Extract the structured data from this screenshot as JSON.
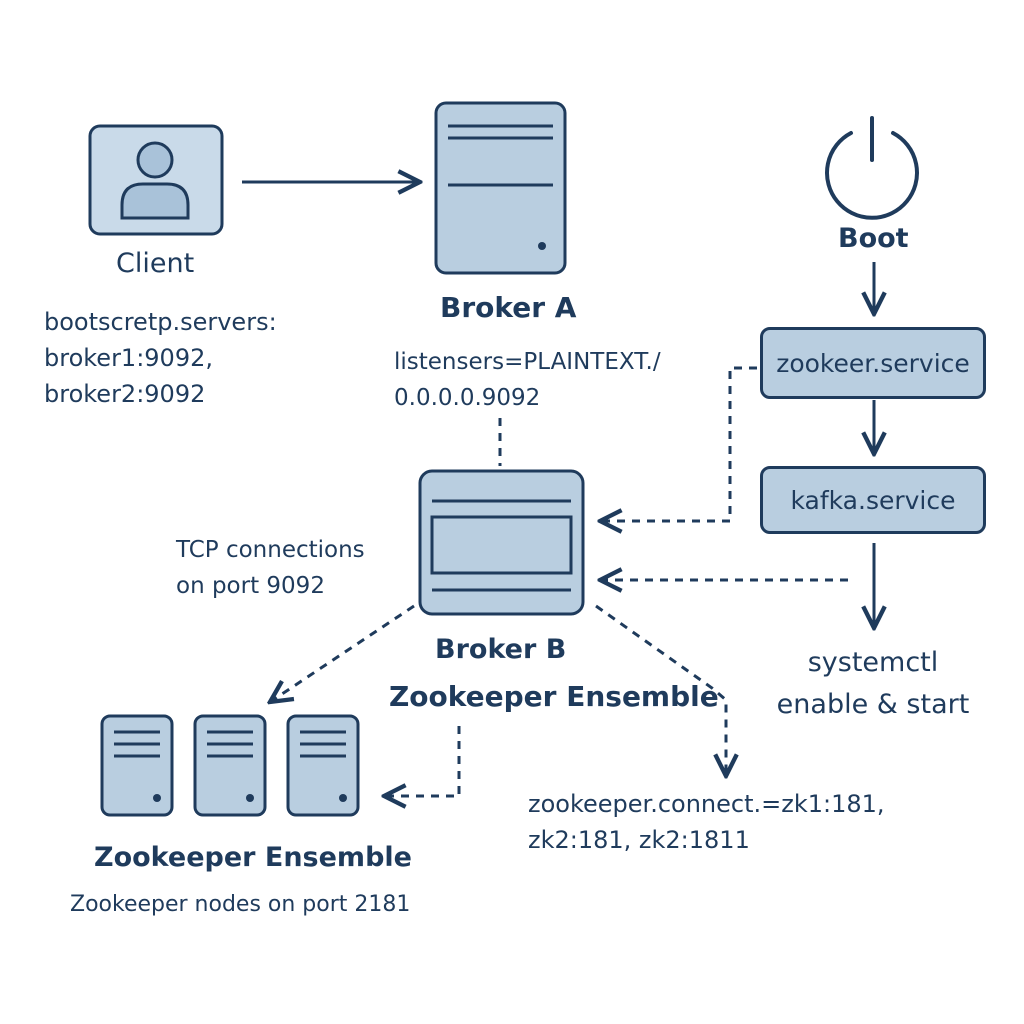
{
  "client": {
    "label": "Client",
    "config_lines": [
      "bootscretp.servers:",
      "broker1:9092,",
      "broker2:9092"
    ]
  },
  "broker_a": {
    "label": "Broker A",
    "config_lines": [
      "listensers=PLAINTEXT./",
      "0.0.0.0.9092"
    ]
  },
  "broker_b": {
    "label": "Broker B",
    "sublabel": "Zookeeper Ensemble",
    "tcp_note_lines": [
      "TCP connections",
      "on port 9092"
    ]
  },
  "boot": {
    "label": "Boot",
    "icon": "power-icon"
  },
  "services": {
    "zookeeper": "zookeer.service",
    "kafka": "kafka.service"
  },
  "systemctl": {
    "lines": [
      "systemctl",
      "enable & start"
    ]
  },
  "zookeeper": {
    "title": "Zookeeper Ensemble",
    "note": "Zookeeper nodes on port 2181",
    "node_count": 3
  },
  "zk_connect": {
    "lines": [
      "zookeeper.connect.=zk1:181,",
      "zk2:181, zk2:1811"
    ]
  },
  "colors": {
    "stroke": "#1f3b5c",
    "fill": "#b9cee0",
    "fill_light": "#c9dae9"
  }
}
